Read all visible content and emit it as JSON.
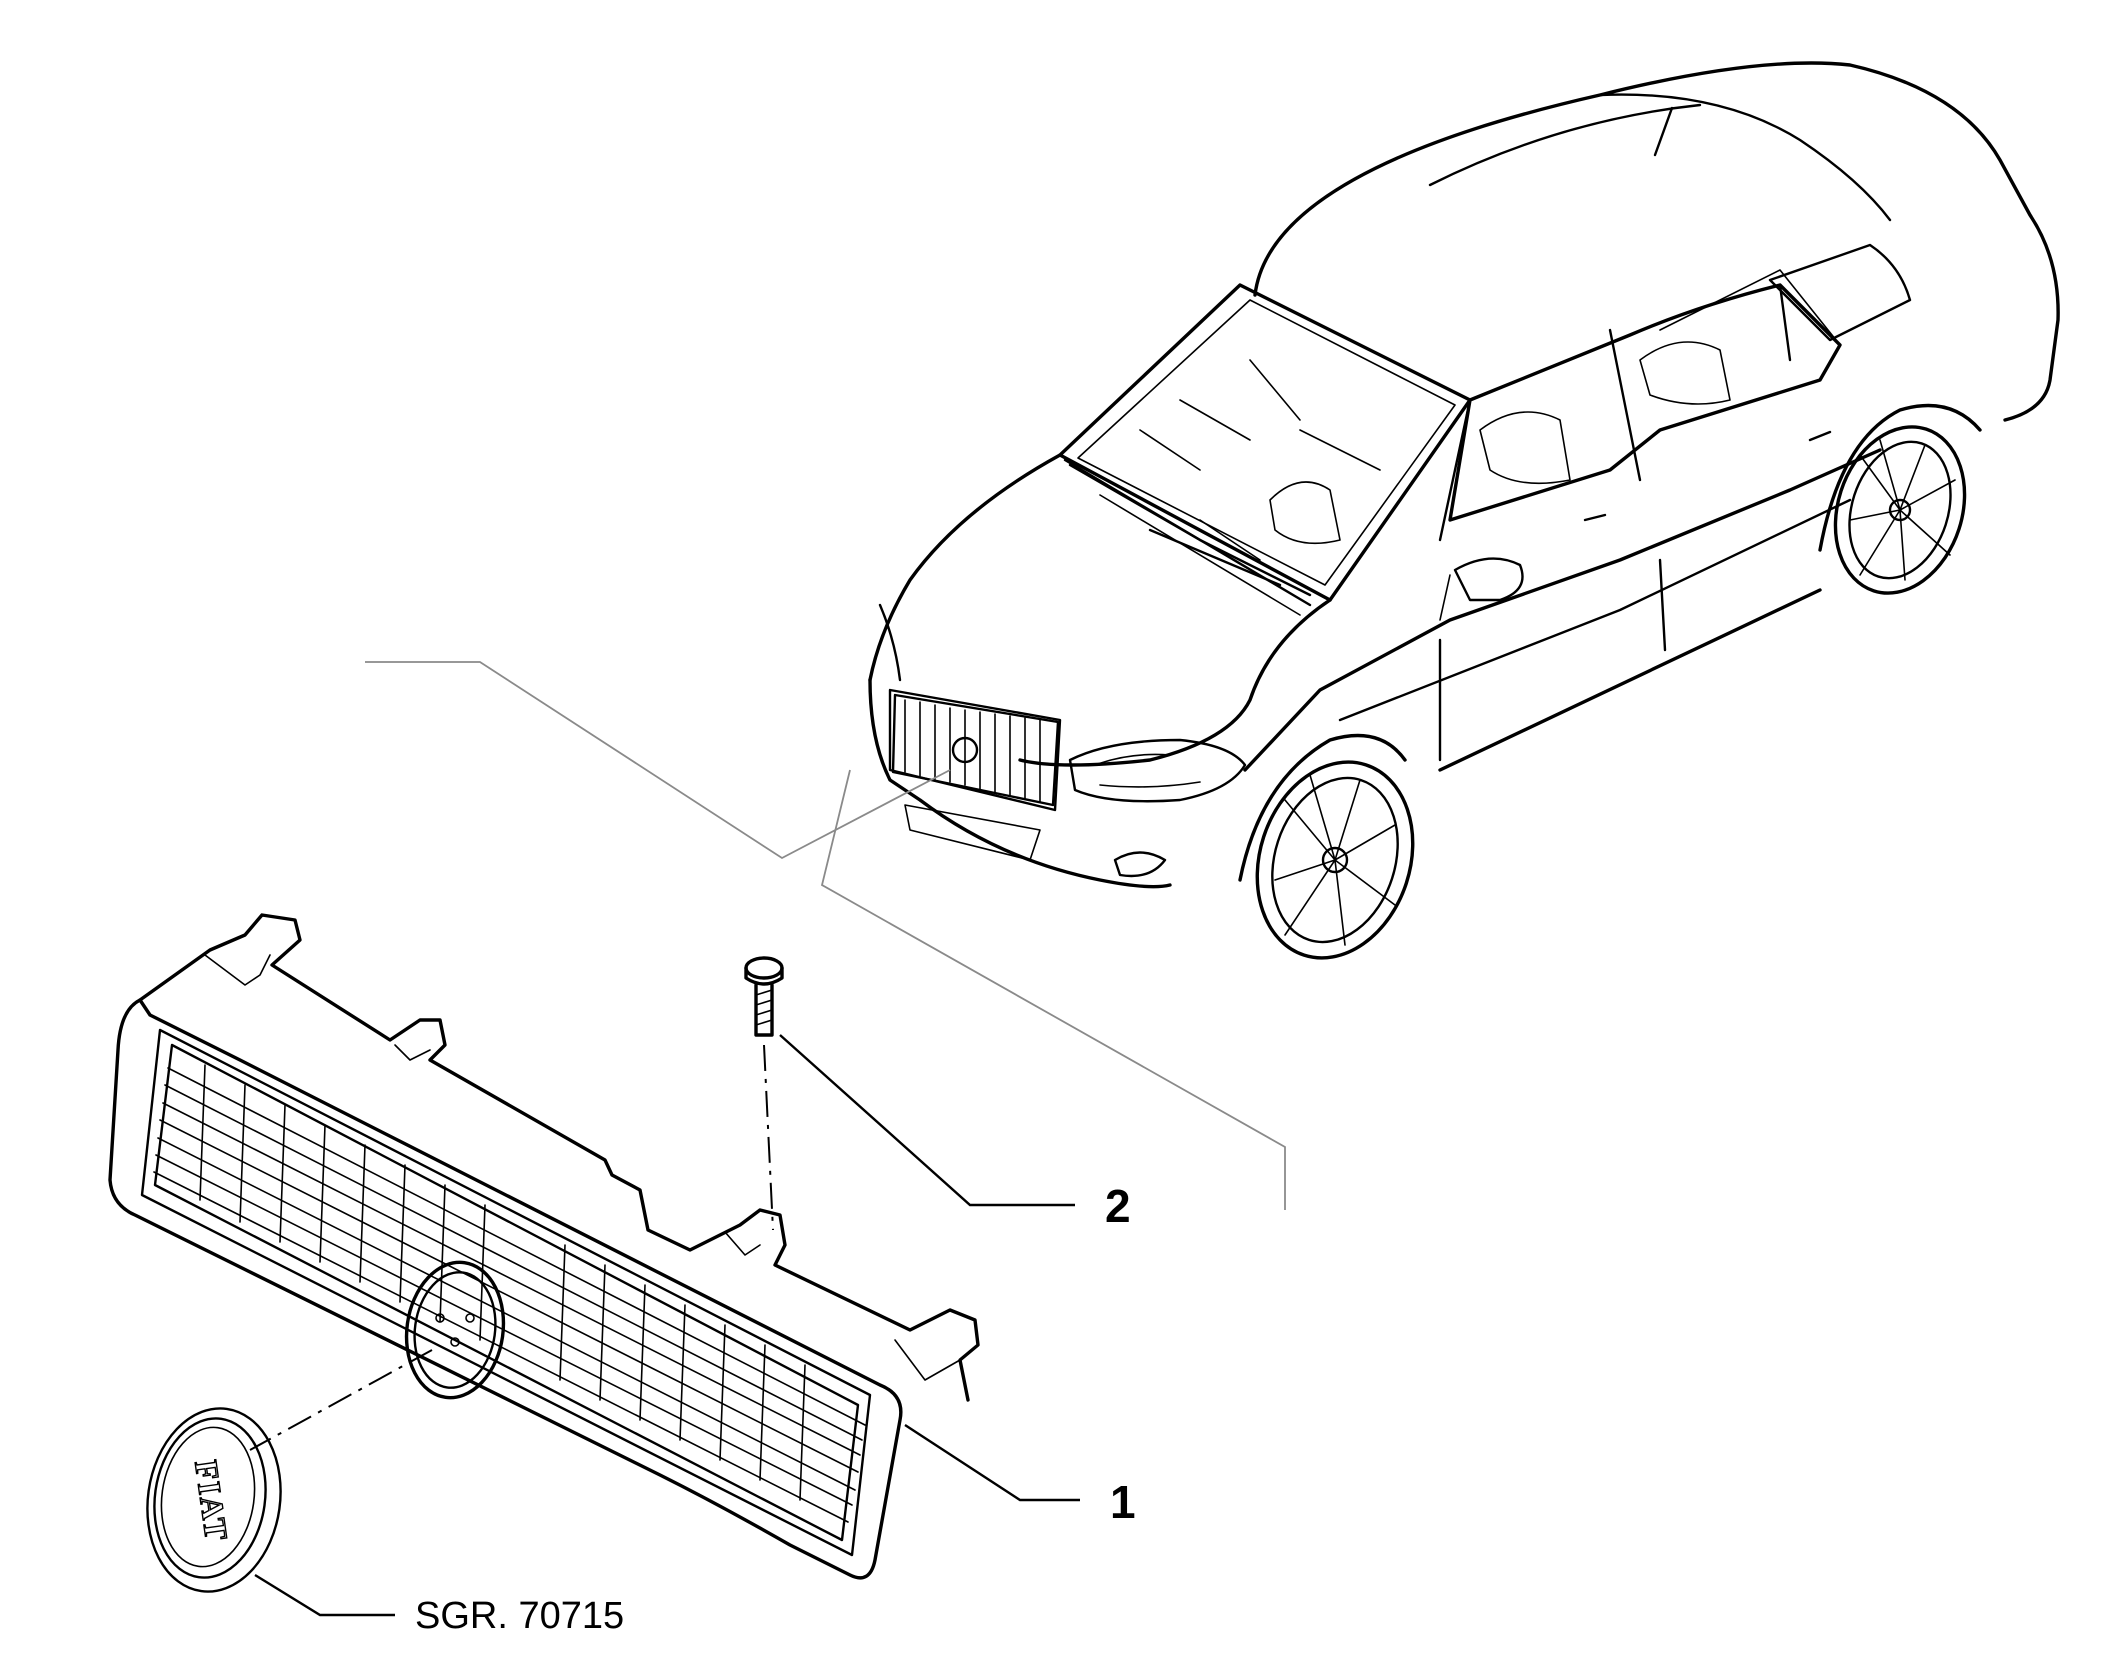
{
  "callouts": [
    {
      "id": "grille",
      "label": "1"
    },
    {
      "id": "screw",
      "label": "2"
    }
  ],
  "reference": {
    "label": "SGR. 70715"
  },
  "badge": {
    "text": "FIAT"
  },
  "icons": [
    "car-icon",
    "grille-icon",
    "screw-icon",
    "badge-icon"
  ]
}
